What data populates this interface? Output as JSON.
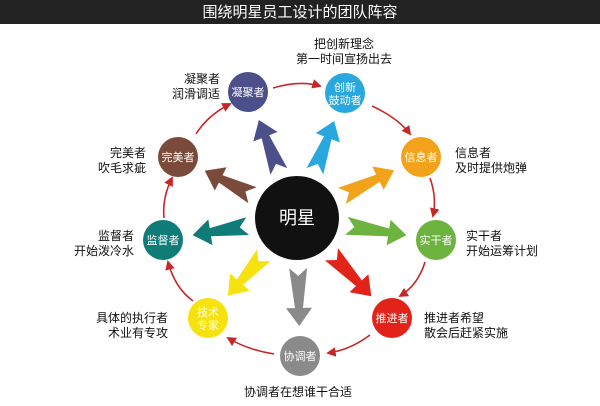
{
  "title": "围绕明星员工设计的团队阵容",
  "center": {
    "label": "明星",
    "color": "#111111"
  },
  "roles": [
    {
      "name": "凝聚者",
      "desc": [
        "凝聚者",
        "润滑调适"
      ],
      "color": "#4b4f8a"
    },
    {
      "name": "创新鼓动者",
      "name_lines": [
        "创新",
        "鼓动者"
      ],
      "desc": [
        "把创新理念",
        "第一时间宣扬出去"
      ],
      "color": "#29a8e0"
    },
    {
      "name": "信息者",
      "desc": [
        "信息者",
        "及时提供炮弹"
      ],
      "color": "#f3a31b"
    },
    {
      "name": "实干者",
      "desc": [
        "实干者",
        "开始运筹计划"
      ],
      "color": "#6db33f"
    },
    {
      "name": "推进者",
      "desc": [
        "推进者希望",
        "散会后赶紧实施"
      ],
      "color": "#e2231a"
    },
    {
      "name": "协调者",
      "desc": [
        "协调者在想谁干合适"
      ],
      "color": "#8a8a8a"
    },
    {
      "name": "技术专家",
      "name_lines": [
        "技术",
        "专家"
      ],
      "desc": [
        "具体的执行者",
        "术业有专攻"
      ],
      "color": "#f5e20e"
    },
    {
      "name": "监督者",
      "desc": [
        "监督者",
        "开始泼冷水"
      ],
      "color": "#0f7c78"
    },
    {
      "name": "完美者",
      "desc": [
        "完美者",
        "吹毛求疵"
      ],
      "color": "#7a4b3a"
    }
  ],
  "cycle_arrow_color": "#c62828"
}
